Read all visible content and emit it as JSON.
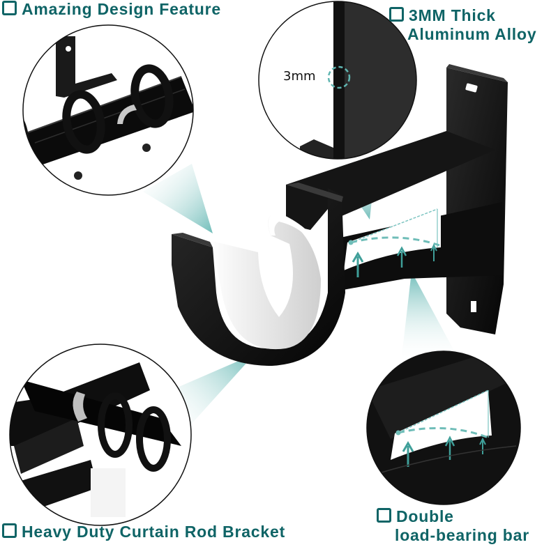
{
  "colors": {
    "accent": "#0f6466",
    "beam": "#7cc4c1",
    "bracket": "#111111",
    "insert": "#f2f2f2",
    "dash": "#6fbdb8"
  },
  "callouts": {
    "top_left": {
      "icon": "checkbox-icon",
      "text": "Amazing Design Feature"
    },
    "top_right": {
      "icon": "checkbox-icon",
      "line1": "3MM Thick",
      "line2": "Aluminum Alloy"
    },
    "bottom_left": {
      "icon": "checkbox-icon",
      "text": "Heavy Duty Curtain Rod Bracket"
    },
    "bottom_right": {
      "icon": "checkbox-icon",
      "line1": "Double",
      "line2": "load-bearing bar"
    }
  },
  "detail_circles": {
    "thickness": {
      "measurement": "3mm"
    }
  }
}
